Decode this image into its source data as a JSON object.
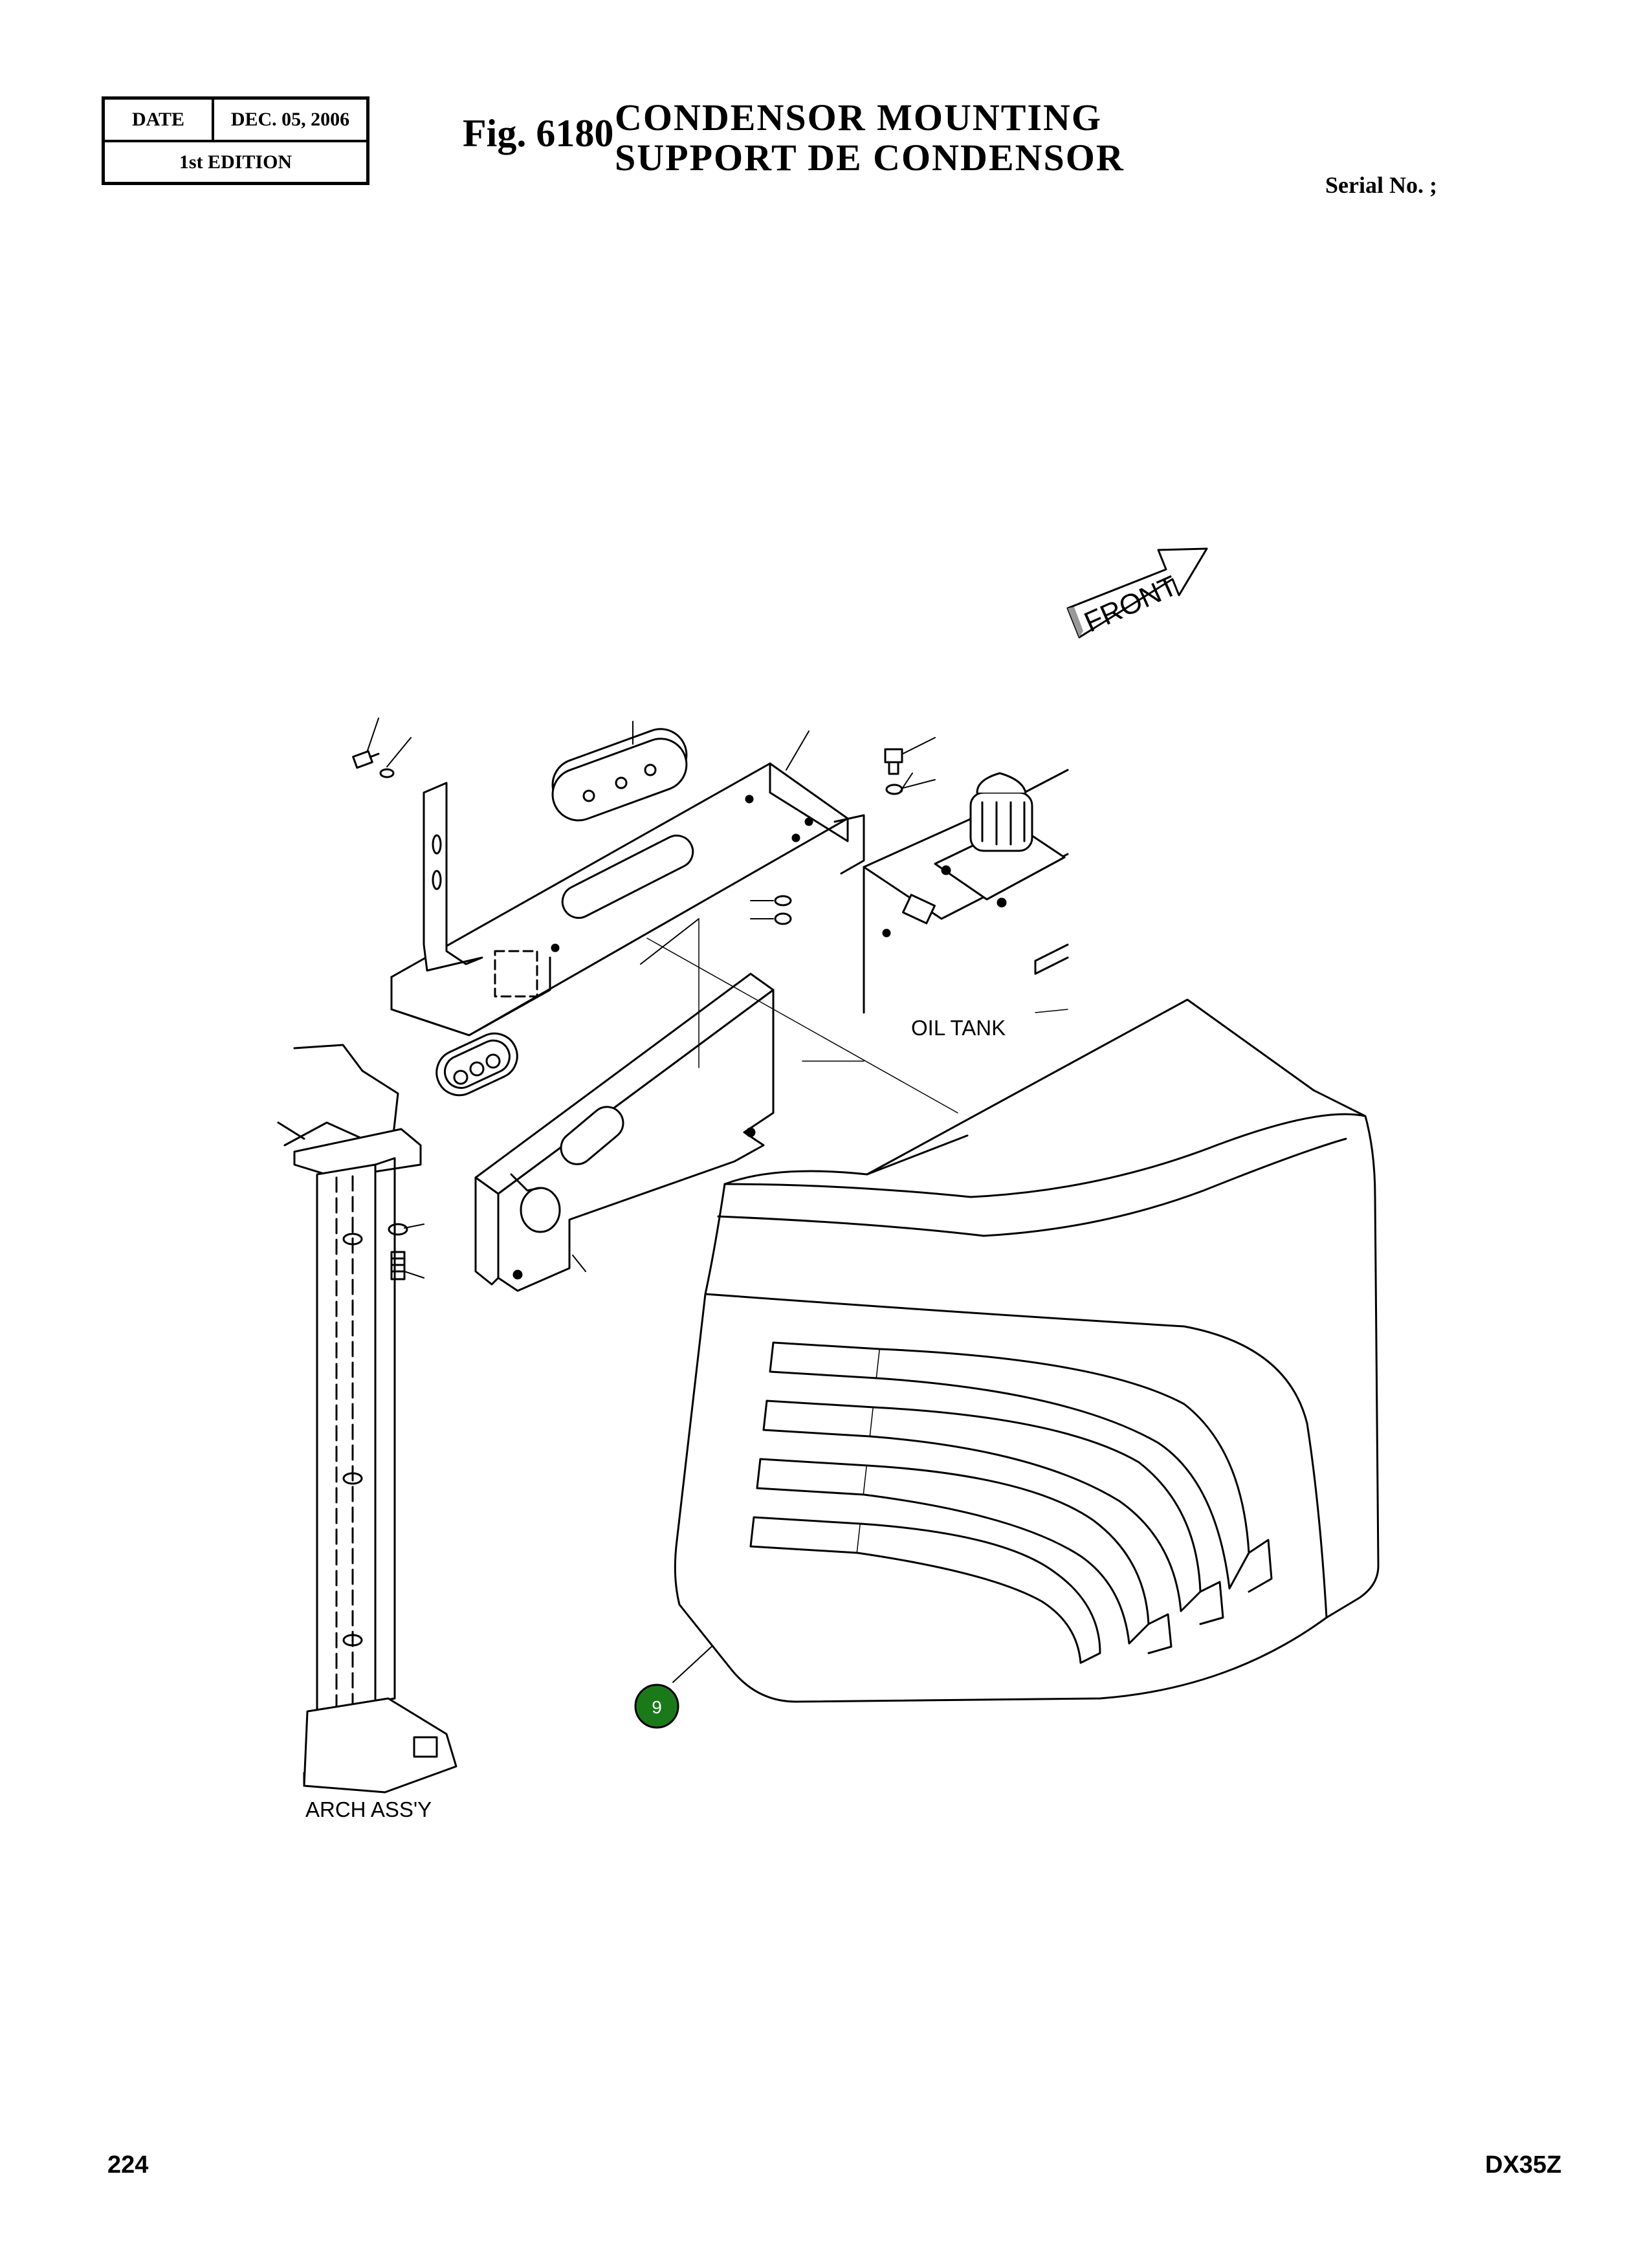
{
  "header": {
    "date_label": "DATE",
    "date_value": "DEC. 05, 2006",
    "edition": "1st EDITION",
    "fig_number": "Fig. 6180",
    "title_en": "CONDENSOR  MOUNTING",
    "title_fr": "SUPPORT  DE  CONDENSOR",
    "serial_label": "Serial No. ;"
  },
  "diagram": {
    "front_label": "FRONT",
    "oil_tank_label": "OIL TANK",
    "arch_label": "ARCH ASS'Y",
    "callouts": [
      {
        "number": "9",
        "color": "#1a7a1a"
      }
    ]
  },
  "footer": {
    "page_number": "224",
    "model": "DX35Z"
  }
}
